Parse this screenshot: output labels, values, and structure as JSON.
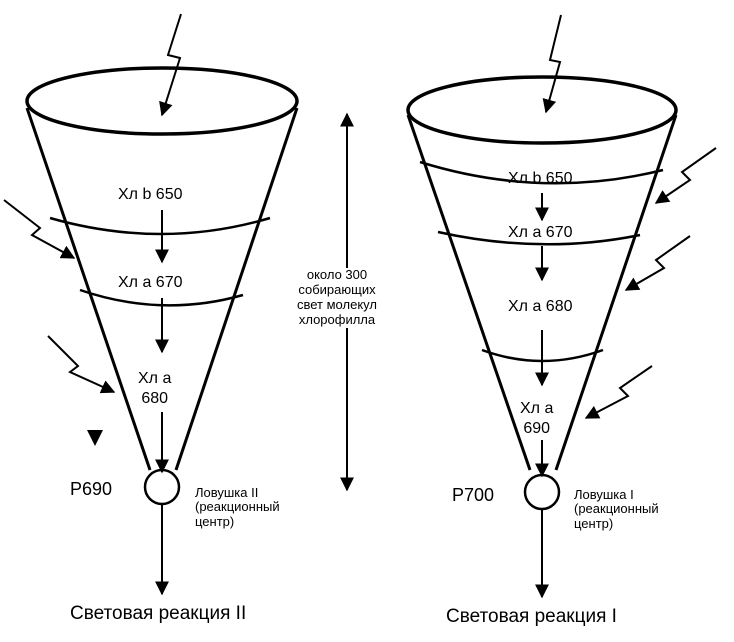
{
  "left_funnel": {
    "bands": [
      "Хл b 650",
      "Хл a 670",
      "Хл a\n680"
    ],
    "center_label": "P690",
    "trap": "Ловушка II\n(реакционный\nцентр)",
    "caption": "Световая реакция II"
  },
  "right_funnel": {
    "bands": [
      "Хл b 650",
      "Хл a 670",
      "Хл a 680",
      "Хл a\n690"
    ],
    "center_label": "P700",
    "trap": "Ловушка I\n(реакционный\nцентр)",
    "caption": "Световая реакция I"
  },
  "middle_note": "около 300\nсобирающих\nсвет молекул\nхлорофилла",
  "colors": {
    "ink": "#000000",
    "background": "#ffffff"
  },
  "icons": [
    "lightning-bolt-icon",
    "arrow-down-icon",
    "double-arrow-icon"
  ]
}
